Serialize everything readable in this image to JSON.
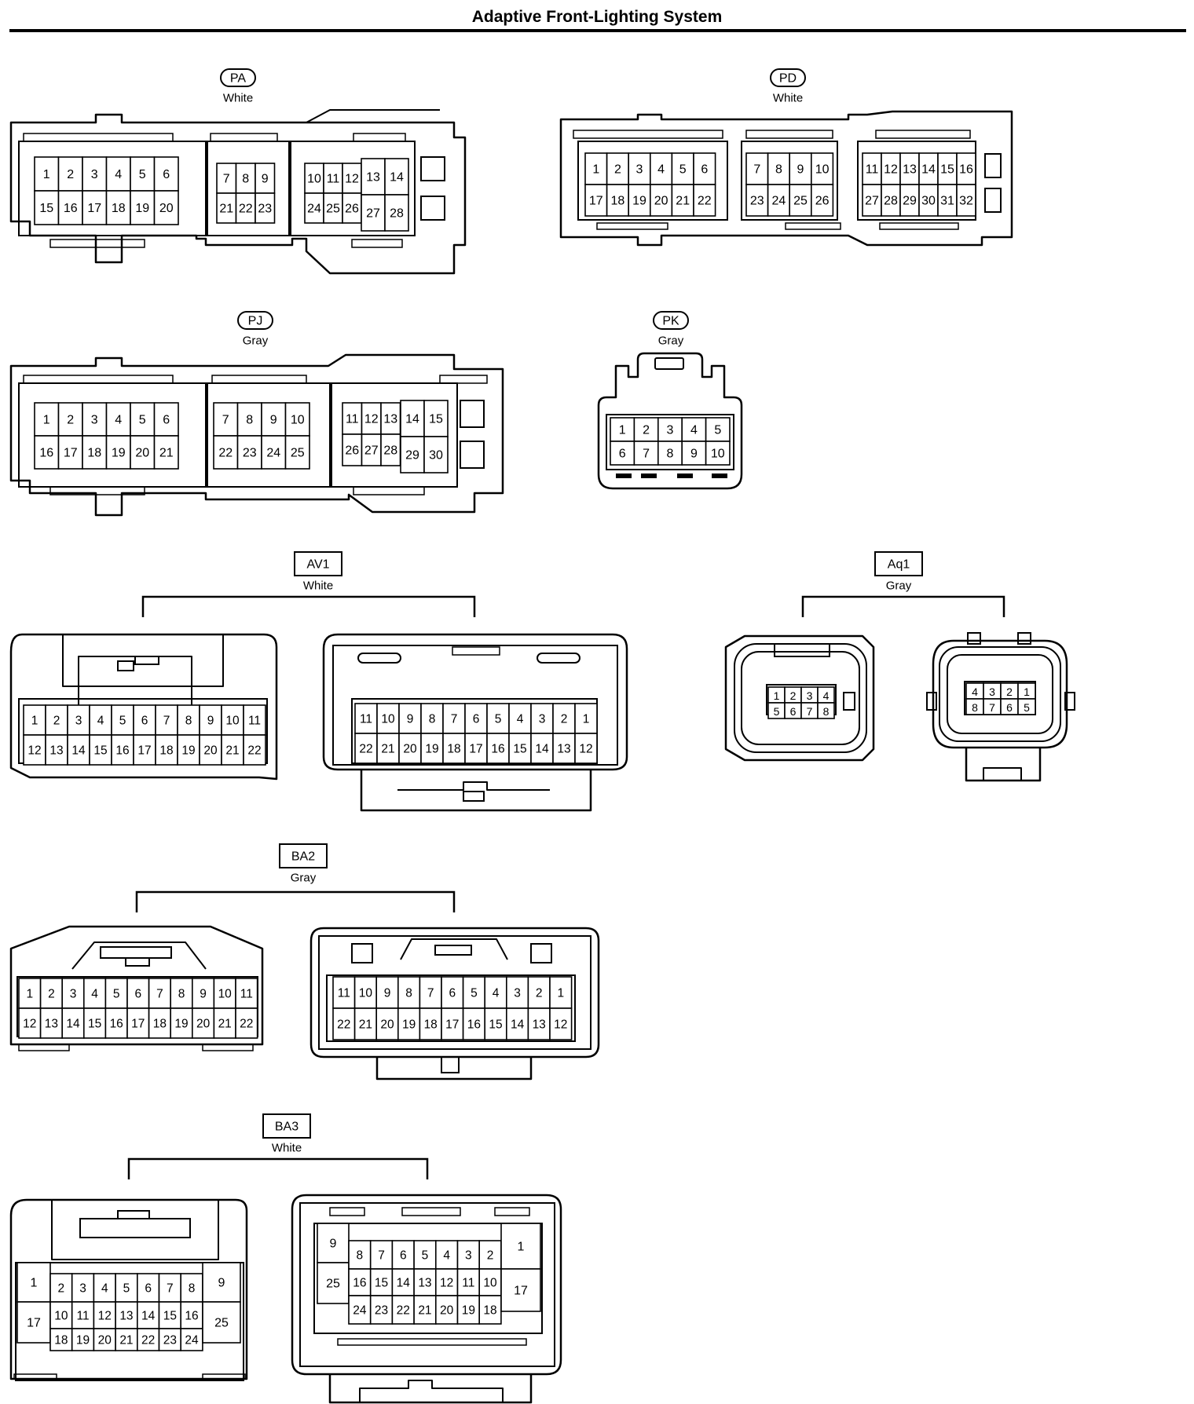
{
  "title": "Adaptive Front-Lighting System",
  "colors": {
    "line": "#000000",
    "background": "#ffffff"
  },
  "connectors": [
    {
      "code": "PA",
      "color": "White",
      "tag": "pill",
      "rows": [
        [
          "1",
          "2",
          "3",
          "4",
          "5",
          "6",
          "7",
          "8",
          "9",
          "10",
          "11",
          "12",
          "13",
          "14"
        ],
        [
          "15",
          "16",
          "17",
          "18",
          "19",
          "20",
          "21",
          "22",
          "23",
          "24",
          "25",
          "26",
          "27",
          "28"
        ]
      ]
    },
    {
      "code": "PD",
      "color": "White",
      "tag": "pill",
      "rows": [
        [
          "1",
          "2",
          "3",
          "4",
          "5",
          "6",
          "7",
          "8",
          "9",
          "10",
          "11",
          "12",
          "13",
          "14",
          "15",
          "16"
        ],
        [
          "17",
          "18",
          "19",
          "20",
          "21",
          "22",
          "23",
          "24",
          "25",
          "26",
          "27",
          "28",
          "29",
          "30",
          "31",
          "32"
        ]
      ]
    },
    {
      "code": "PJ",
      "color": "Gray",
      "tag": "pill",
      "rows": [
        [
          "1",
          "2",
          "3",
          "4",
          "5",
          "6",
          "7",
          "8",
          "9",
          "10",
          "11",
          "12",
          "13",
          "14",
          "15"
        ],
        [
          "16",
          "17",
          "18",
          "19",
          "20",
          "21",
          "22",
          "23",
          "24",
          "25",
          "26",
          "27",
          "28",
          "29",
          "30"
        ]
      ]
    },
    {
      "code": "PK",
      "color": "Gray",
      "tag": "pill",
      "rows": [
        [
          "1",
          "2",
          "3",
          "4",
          "5"
        ],
        [
          "6",
          "7",
          "8",
          "9",
          "10"
        ]
      ]
    },
    {
      "code": "AV1",
      "color": "White",
      "tag": "box",
      "rows_left": [
        [
          "1",
          "2",
          "3",
          "4",
          "5",
          "6",
          "7",
          "8",
          "9",
          "10",
          "11"
        ],
        [
          "12",
          "13",
          "14",
          "15",
          "16",
          "17",
          "18",
          "19",
          "20",
          "21",
          "22"
        ]
      ],
      "rows_right": [
        [
          "11",
          "10",
          "9",
          "8",
          "7",
          "6",
          "5",
          "4",
          "3",
          "2",
          "1"
        ],
        [
          "22",
          "21",
          "20",
          "19",
          "18",
          "17",
          "16",
          "15",
          "14",
          "13",
          "12"
        ]
      ]
    },
    {
      "code": "Aq1",
      "color": "Gray",
      "tag": "box",
      "rows_left": [
        [
          "1",
          "2",
          "3",
          "4"
        ],
        [
          "5",
          "6",
          "7",
          "8"
        ]
      ],
      "rows_right": [
        [
          "4",
          "3",
          "2",
          "1"
        ],
        [
          "8",
          "7",
          "6",
          "5"
        ]
      ]
    },
    {
      "code": "BA2",
      "color": "Gray",
      "tag": "box",
      "rows_left": [
        [
          "1",
          "2",
          "3",
          "4",
          "5",
          "6",
          "7",
          "8",
          "9",
          "10",
          "11"
        ],
        [
          "12",
          "13",
          "14",
          "15",
          "16",
          "17",
          "18",
          "19",
          "20",
          "21",
          "22"
        ]
      ],
      "rows_right": [
        [
          "11",
          "10",
          "9",
          "8",
          "7",
          "6",
          "5",
          "4",
          "3",
          "2",
          "1"
        ],
        [
          "22",
          "21",
          "20",
          "19",
          "18",
          "17",
          "16",
          "15",
          "14",
          "13",
          "12"
        ]
      ]
    },
    {
      "code": "BA3",
      "color": "White",
      "tag": "box",
      "left": {
        "side_left": [
          "1",
          "17"
        ],
        "row1": [
          "2",
          "3",
          "4",
          "5",
          "6",
          "7",
          "8"
        ],
        "row2": [
          "10",
          "11",
          "12",
          "13",
          "14",
          "15",
          "16"
        ],
        "row3": [
          "18",
          "19",
          "20",
          "21",
          "22",
          "23",
          "24"
        ],
        "side_right": [
          "9",
          "25"
        ]
      },
      "right": {
        "side_left": [
          "9",
          "25"
        ],
        "row1": [
          "8",
          "7",
          "6",
          "5",
          "4",
          "3",
          "2"
        ],
        "row2": [
          "16",
          "15",
          "14",
          "13",
          "12",
          "11",
          "10"
        ],
        "row3": [
          "24",
          "23",
          "22",
          "21",
          "20",
          "19",
          "18"
        ],
        "side_right": [
          "1",
          "17"
        ]
      }
    }
  ]
}
